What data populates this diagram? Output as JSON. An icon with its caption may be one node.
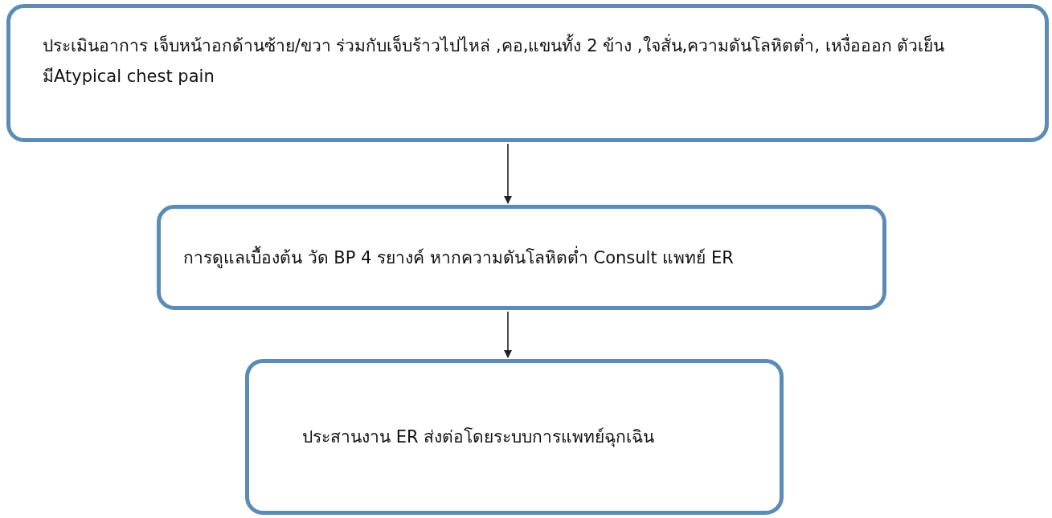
{
  "diagram": {
    "nodes": [
      {
        "text": [
          "ประเมินอาการ เจ็บหน้าอกด้านซ้าย/ขวา ร่วมกับเจ็บร้าวไปไหล่ ,คอ,แขนทั้ง 2 ข้าง ,ใจสั่น,ความดันโลหิตต่ำ, เหงื่อออก ตัวเย็น มีAtypical chest pain"
        ]
      },
      {
        "text": [
          "การดูแลเบื้องต้น วัด BP 4 รยางค์ หากความดันโลหิตต่ำ Consult แพทย์ ER"
        ]
      },
      {
        "text": [
          "ประสานงาน ER ส่งต่อโดยระบบการแพทย์ฉุกเฉิน"
        ]
      }
    ],
    "edges": [
      {
        "from": 0,
        "to": 1,
        "arrow": "to"
      },
      {
        "from": 1,
        "to": 2,
        "arrow": "to"
      }
    ]
  }
}
